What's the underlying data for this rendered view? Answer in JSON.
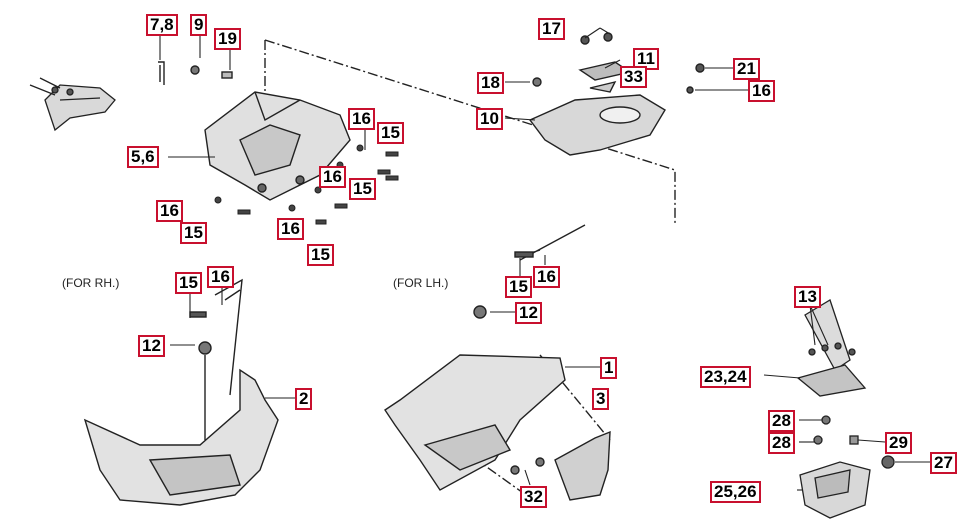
{
  "notes": {
    "rh": "(FOR RH.)",
    "lh": "(FOR LH.)"
  },
  "callouts": [
    "7,8",
    "9",
    "19",
    "5,6",
    "16",
    "15",
    "16",
    "15",
    "16",
    "15",
    "16",
    "15",
    "17",
    "11",
    "33",
    "18",
    "10",
    "21",
    "16",
    "15",
    "16",
    "12",
    "2",
    "15",
    "16",
    "12",
    "1",
    "3",
    "32",
    "13",
    "23,24",
    "28",
    "28",
    "29",
    "27",
    "25,26"
  ],
  "colors": {
    "callout_border": "#c8102e",
    "line": "#222222",
    "fill": "#e6e6e6"
  }
}
